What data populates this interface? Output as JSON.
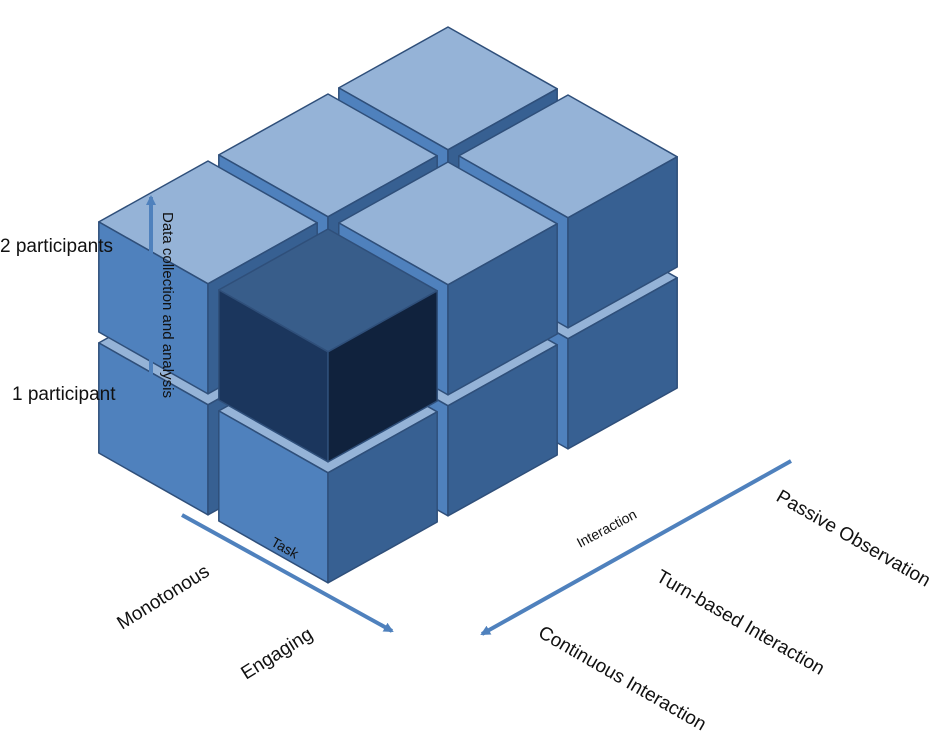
{
  "diagram": {
    "vertical_axis": {
      "label": "Data collection and analysis",
      "levels": [
        "2 participants",
        "1 participant"
      ]
    },
    "task_axis": {
      "label": "Task",
      "levels": [
        "Monotonous",
        "Engaging"
      ]
    },
    "interaction_axis": {
      "label": "Interaction",
      "levels": [
        "Passive Observation",
        "Turn-based Interaction",
        "Continuous Interaction"
      ]
    },
    "highlighted_cell": {
      "participants": "2 participants",
      "task": "Engaging",
      "interaction": "Continuous Interaction"
    },
    "colors": {
      "cube_top": "#95b3d7",
      "cube_left": "#4f81bd",
      "cube_right": "#376092",
      "cube_edge": "#2f4f7a",
      "highlight_top": "#385d8a",
      "highlight_left": "#1b365d",
      "highlight_right": "#10223d",
      "arrow": "#4f81bd"
    }
  }
}
